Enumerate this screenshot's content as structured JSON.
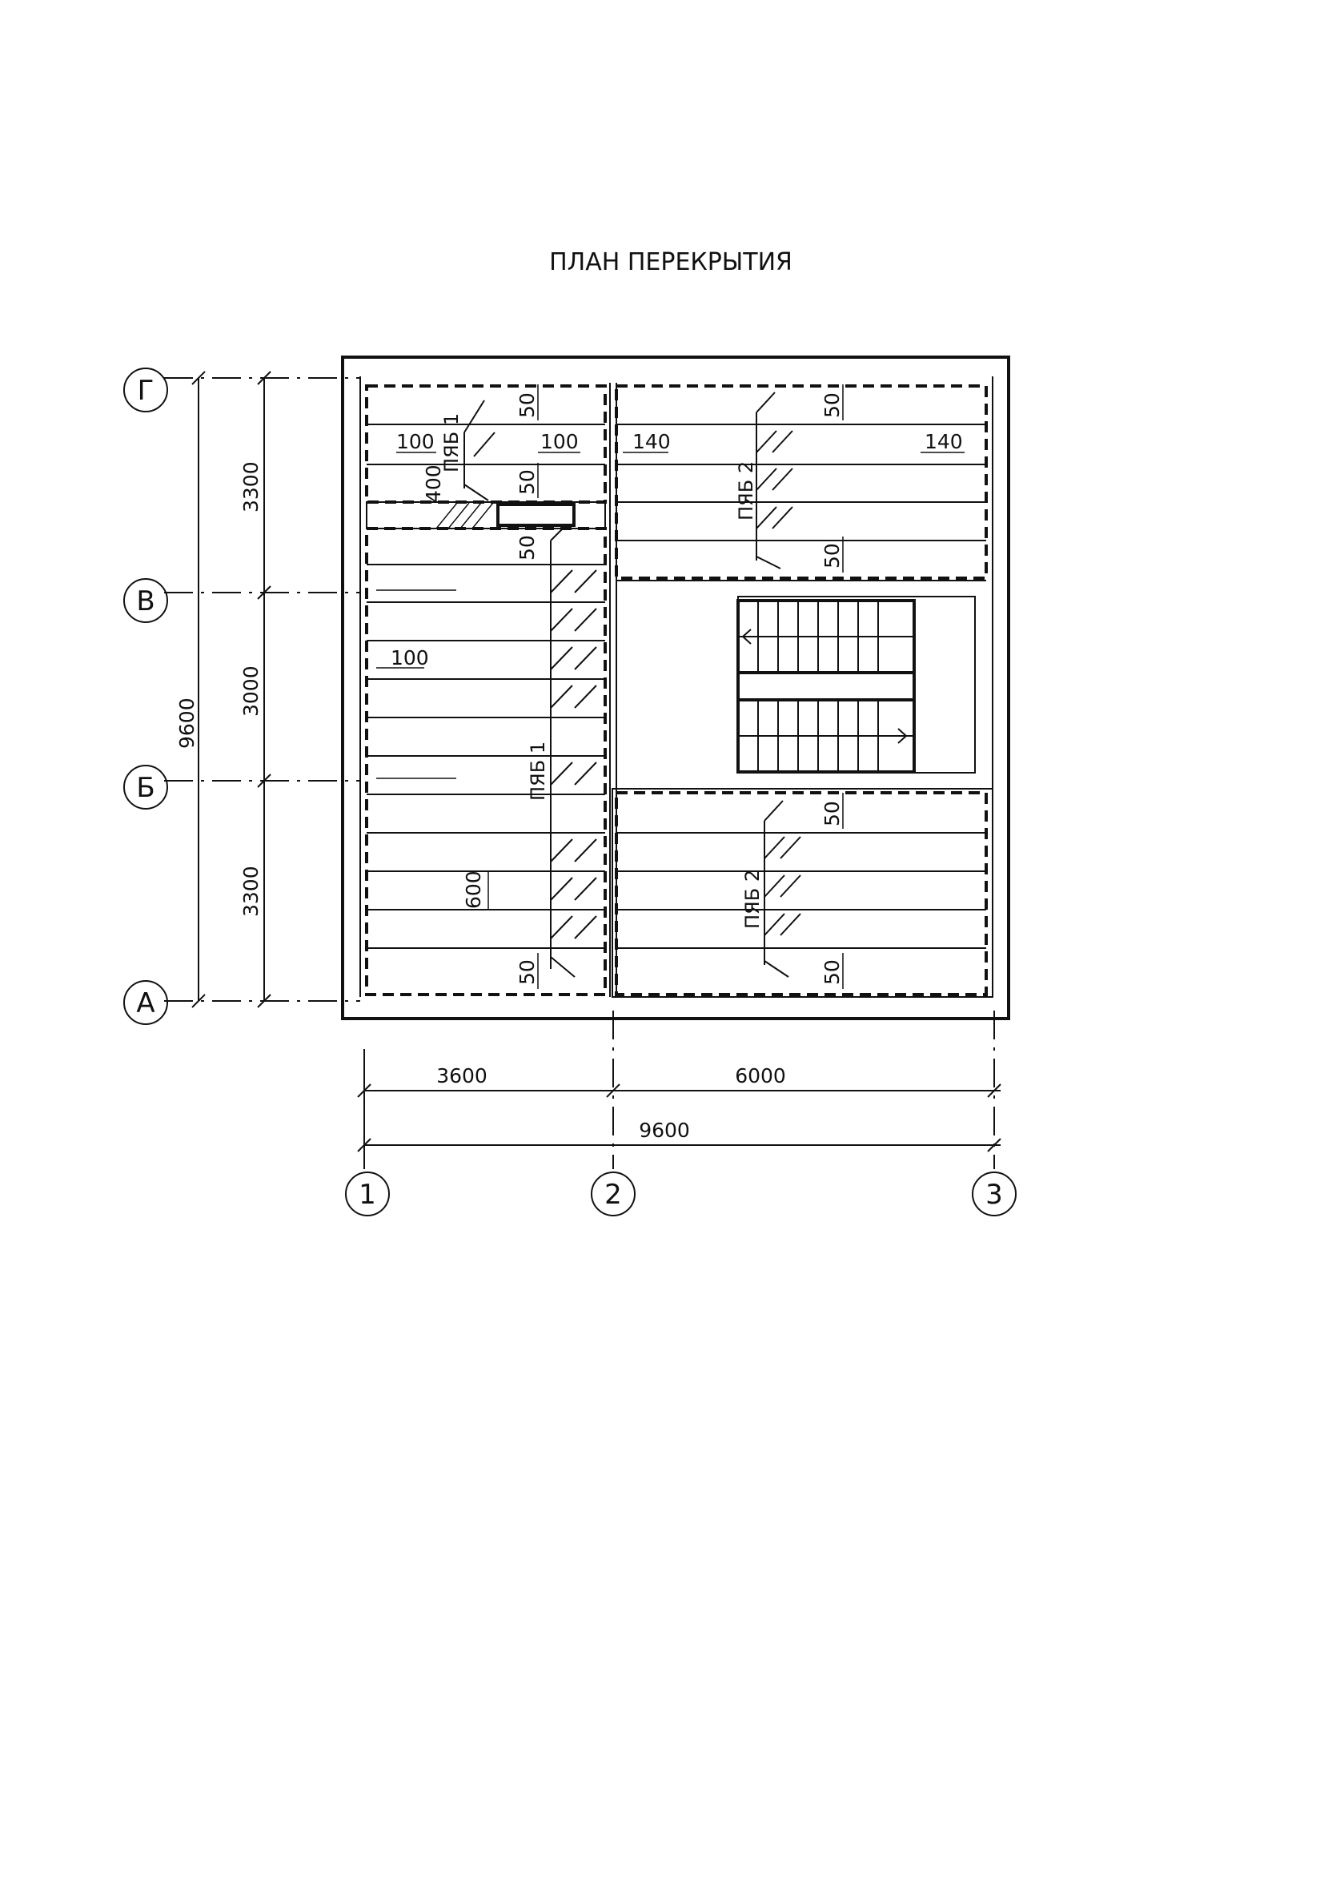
{
  "title": "ПЛАН ПЕРЕКРЫТИЯ",
  "axes": {
    "rows": [
      "Г",
      "В",
      "Б",
      "А"
    ],
    "cols": [
      "1",
      "2",
      "3"
    ]
  },
  "dims": {
    "left_total": "9600",
    "left_1": "3300",
    "left_2": "3000",
    "left_3": "3300",
    "bottom_1": "3600",
    "bottom_2": "6000",
    "bottom_total": "9600"
  },
  "notes": {
    "d50": "50",
    "d100": "100",
    "d140": "140",
    "d400": "400",
    "d600": "600"
  },
  "slabs": {
    "p1": "ПЯБ 1",
    "p2": "ПЯБ 2"
  }
}
